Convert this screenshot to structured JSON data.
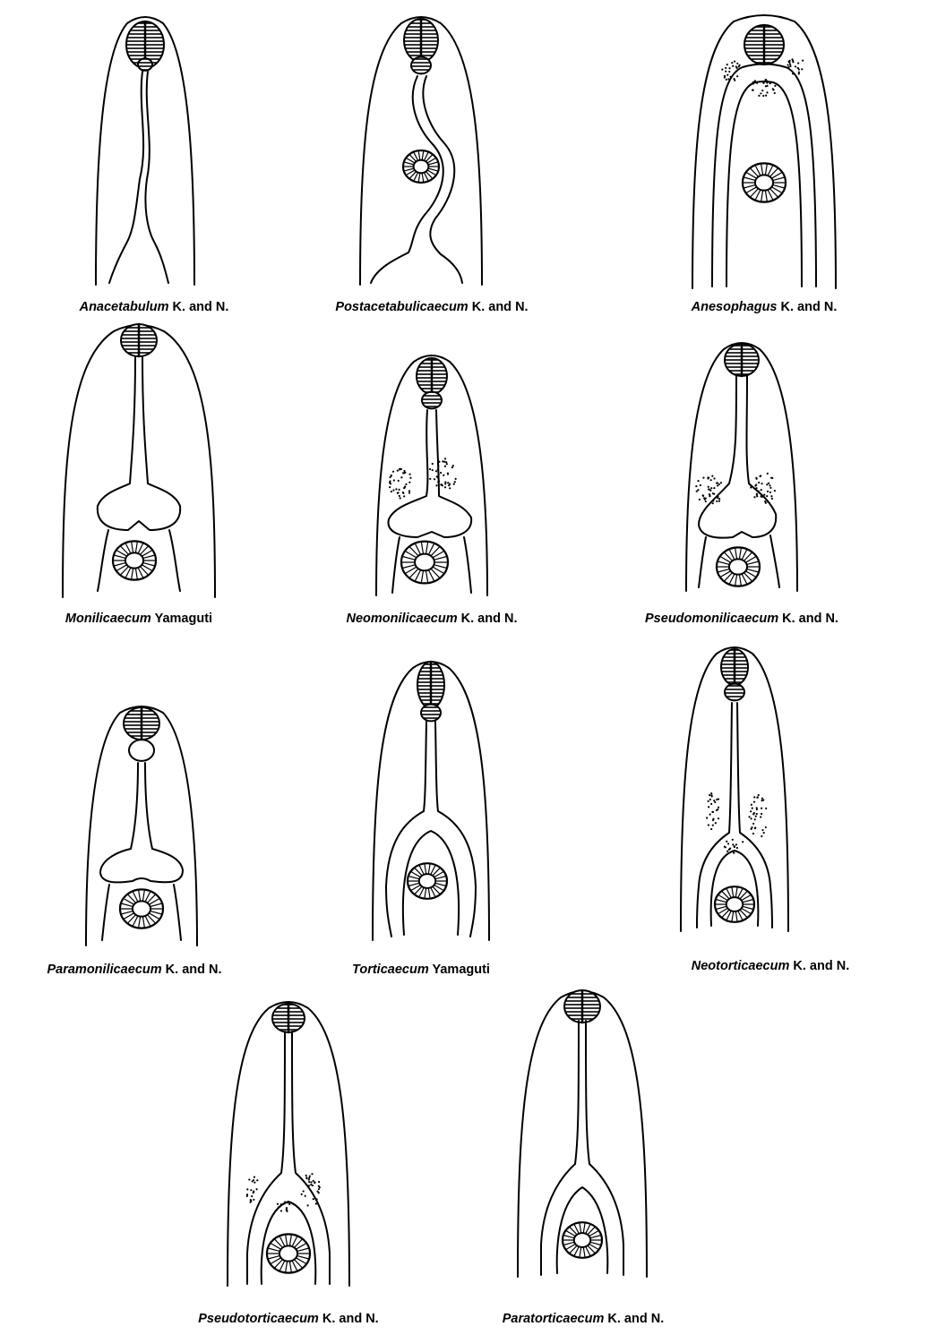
{
  "figures": [
    {
      "id": "anacetabulum",
      "genus": "Anacetabulum",
      "authority": "K. and N."
    },
    {
      "id": "postacetabulicaecum",
      "genus": "Postacetabulicaecum",
      "authority": "K. and N."
    },
    {
      "id": "anesophagus",
      "genus": "Anesophagus",
      "authority": "K. and N."
    },
    {
      "id": "monilicaecum",
      "genus": "Monilicaecum",
      "authority": "Yamaguti"
    },
    {
      "id": "neomonilicaecum",
      "genus": "Neomonilicaecum",
      "authority": "K. and N."
    },
    {
      "id": "pseudomonilicaecum",
      "genus": "Pseudomonilicaecum",
      "authority": "K. and N."
    },
    {
      "id": "paramonilicaecum",
      "genus": "Paramonilicaecum",
      "authority": "K. and N."
    },
    {
      "id": "torticaecum",
      "genus": "Torticaecum",
      "authority": "Yamaguti"
    },
    {
      "id": "neotorticaecum",
      "genus": "Neotorticaecum",
      "authority": "K. and N."
    },
    {
      "id": "pseudotorticaecum",
      "genus": "Pseudotorticaecum",
      "authority": "K. and N."
    },
    {
      "id": "paratorticaecum",
      "genus": "Paratorticaecum",
      "authority": "K. and N."
    }
  ]
}
